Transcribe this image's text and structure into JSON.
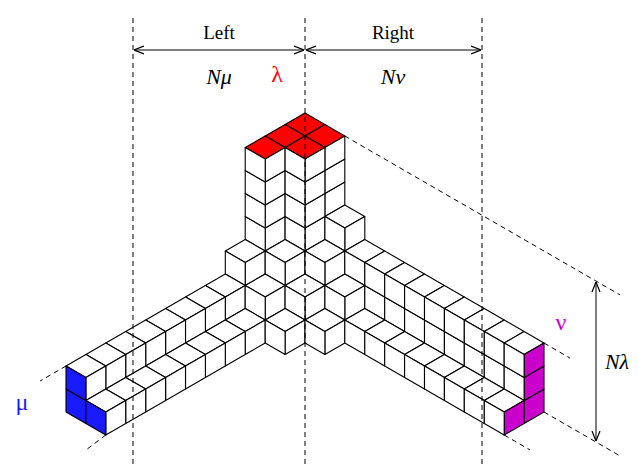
{
  "diagram": {
    "labels": [
      "Left",
      "Right",
      "Nμ",
      "λ",
      "Nν",
      "μ",
      "ν",
      "Nλ"
    ]
  }
}
